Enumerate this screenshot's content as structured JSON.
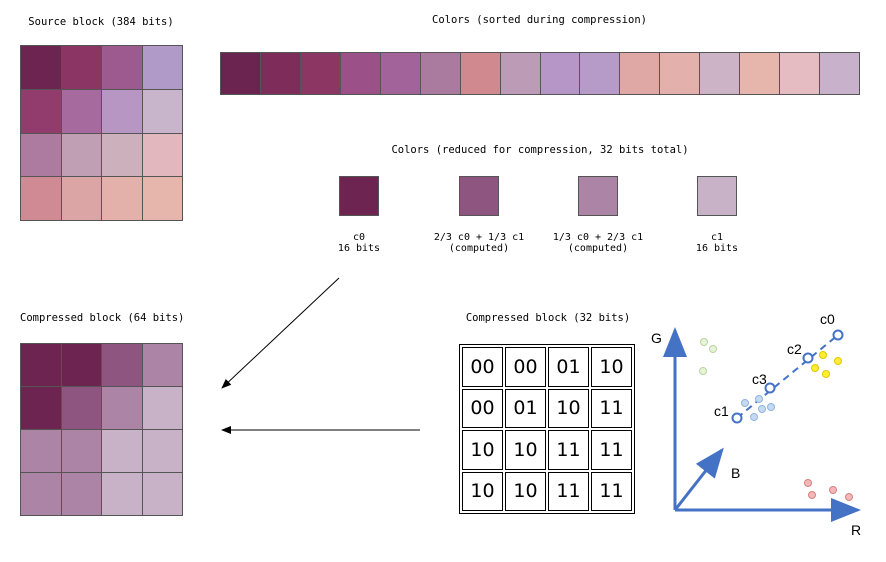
{
  "titles": {
    "source": "Source block (384 bits)",
    "sorted": "Colors (sorted during compression)",
    "reduced": "Colors (reduced for compression, 32 bits total)",
    "compressed64": "Compressed block (64 bits)",
    "compressed32": "Compressed block (32 bits)"
  },
  "source_block": [
    "#6e2450",
    "#8a3563",
    "#9d5a8e",
    "#b09ac7",
    "#913c6c",
    "#a66a9f",
    "#b896c4",
    "#c9b5cb",
    "#ad7aa0",
    "#c09eb4",
    "#ccb1bd",
    "#e2b8be",
    "#cf8a94",
    "#dca5a5",
    "#e3b0aa",
    "#e6b6ac"
  ],
  "sorted_colors": [
    "#6b2350",
    "#7e2c59",
    "#8c3763",
    "#9b5088",
    "#a2639b",
    "#aa7a9f",
    "#cf898f",
    "#bb9bb6",
    "#b596c6",
    "#b69bc9",
    "#dfa8a4",
    "#e3b0ab",
    "#ccb4c6",
    "#e6b5ac",
    "#e6bcc3",
    "#c7b1cb"
  ],
  "reduced_colors": [
    {
      "color": "#6e2450",
      "line1": "c0",
      "line2": "16 bits"
    },
    {
      "color": "#8e5580",
      "line1": "2/3 c0 + 1/3 c1",
      "line2": "(computed)"
    },
    {
      "color": "#ac84a6",
      "line1": "1/3 c0 + 2/3 c1",
      "line2": "(computed)"
    },
    {
      "color": "#c8b2c8",
      "line1": "c1",
      "line2": "16 bits"
    }
  ],
  "compressed_block": [
    "#6e2450",
    "#6e2450",
    "#8e5580",
    "#ac84a6",
    "#6e2450",
    "#8e5580",
    "#ac84a6",
    "#c8b2c8",
    "#ac84a6",
    "#ac84a6",
    "#c8b2c8",
    "#c8b2c8",
    "#ac84a6",
    "#ac84a6",
    "#c8b2c8",
    "#c8b2c8"
  ],
  "index_grid": [
    "00",
    "00",
    "01",
    "10",
    "00",
    "01",
    "10",
    "11",
    "10",
    "10",
    "11",
    "11",
    "10",
    "10",
    "11",
    "11"
  ],
  "plot": {
    "axis_g": "G",
    "axis_b": "B",
    "axis_r": "R",
    "c0": "c0",
    "c1": "c1",
    "c2": "c2",
    "c3": "c3",
    "axis_color": "#4472c4"
  }
}
